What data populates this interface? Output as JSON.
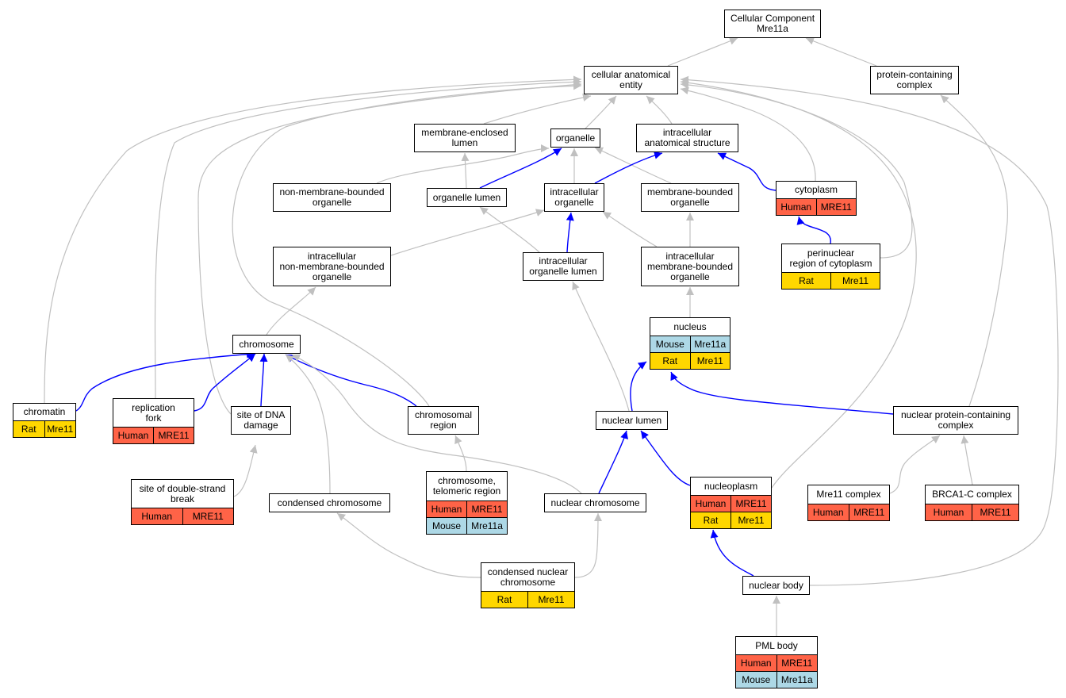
{
  "nodes": [
    {
      "id": "root",
      "label": "Cellular Component\nMre11a",
      "rows": []
    },
    {
      "id": "cae",
      "label": "cellular anatomical\nentity",
      "rows": []
    },
    {
      "id": "pcc",
      "label": "protein-containing\ncomplex",
      "rows": []
    },
    {
      "id": "mel",
      "label": "membrane-enclosed\nlumen",
      "rows": []
    },
    {
      "id": "organelle",
      "label": "organelle",
      "rows": []
    },
    {
      "id": "ias",
      "label": "intracellular\nanatomical structure",
      "rows": []
    },
    {
      "id": "nmbo",
      "label": "non-membrane-bounded\norganelle",
      "rows": []
    },
    {
      "id": "olumen",
      "label": "organelle lumen",
      "rows": []
    },
    {
      "id": "io",
      "label": "intracellular\norganelle",
      "rows": []
    },
    {
      "id": "mbo",
      "label": "membrane-bounded\norganelle",
      "rows": []
    },
    {
      "id": "cytoplasm",
      "label": "cytoplasm",
      "rows": [
        [
          "Human",
          "MRE11"
        ]
      ]
    },
    {
      "id": "inmbo",
      "label": "intracellular\nnon-membrane-bounded\norganelle",
      "rows": []
    },
    {
      "id": "iol",
      "label": "intracellular\norganelle lumen",
      "rows": []
    },
    {
      "id": "imbo",
      "label": "intracellular\nmembrane-bounded\norganelle",
      "rows": []
    },
    {
      "id": "perinuc",
      "label": "perinuclear\nregion of cytoplasm",
      "rows": [
        [
          "Rat",
          "Mre11"
        ]
      ]
    },
    {
      "id": "nucleus",
      "label": "nucleus",
      "rows": [
        [
          "Mouse",
          "Mre11a"
        ],
        [
          "Rat",
          "Mre11"
        ]
      ]
    },
    {
      "id": "chromosome",
      "label": "chromosome",
      "rows": []
    },
    {
      "id": "chromatin",
      "label": "chromatin",
      "rows": [
        [
          "Rat",
          "Mre11"
        ]
      ]
    },
    {
      "id": "repfork",
      "label": "replication\nfork",
      "rows": [
        [
          "Human",
          "MRE11"
        ]
      ]
    },
    {
      "id": "sdd",
      "label": "site of DNA\ndamage",
      "rows": []
    },
    {
      "id": "chromreg",
      "label": "chromosomal\nregion",
      "rows": []
    },
    {
      "id": "nlumen",
      "label": "nuclear lumen",
      "rows": []
    },
    {
      "id": "npcc",
      "label": "nuclear protein-containing\ncomplex",
      "rows": []
    },
    {
      "id": "sdsb",
      "label": "site of double-strand\nbreak",
      "rows": [
        [
          "Human",
          "MRE11"
        ]
      ]
    },
    {
      "id": "condchrom",
      "label": "condensed chromosome",
      "rows": []
    },
    {
      "id": "telo",
      "label": "chromosome,\ntelomeric region",
      "rows": [
        [
          "Human",
          "MRE11"
        ],
        [
          "Mouse",
          "Mre11a"
        ]
      ]
    },
    {
      "id": "nchrom",
      "label": "nuclear chromosome",
      "rows": []
    },
    {
      "id": "nucleoplasm",
      "label": "nucleoplasm",
      "rows": [
        [
          "Human",
          "MRE11"
        ],
        [
          "Rat",
          "Mre11"
        ]
      ]
    },
    {
      "id": "mre11c",
      "label": "Mre11 complex",
      "rows": [
        [
          "Human",
          "MRE11"
        ]
      ]
    },
    {
      "id": "brca1c",
      "label": "BRCA1-C complex",
      "rows": [
        [
          "Human",
          "MRE11"
        ]
      ]
    },
    {
      "id": "cnchrom",
      "label": "condensed nuclear\nchromosome",
      "rows": [
        [
          "Rat",
          "Mre11"
        ]
      ]
    },
    {
      "id": "nbody",
      "label": "nuclear body",
      "rows": []
    },
    {
      "id": "pml",
      "label": "PML body",
      "rows": [
        [
          "Human",
          "MRE11"
        ],
        [
          "Mouse",
          "Mre11a"
        ]
      ]
    }
  ],
  "edges": [
    {
      "from": "cae",
      "to": "root",
      "type": "gray"
    },
    {
      "from": "pcc",
      "to": "root",
      "type": "gray"
    },
    {
      "from": "mel",
      "to": "cae",
      "type": "gray"
    },
    {
      "from": "organelle",
      "to": "cae",
      "type": "gray"
    },
    {
      "from": "ias",
      "to": "cae",
      "type": "gray"
    },
    {
      "from": "cytoplasm",
      "to": "cae",
      "type": "gray"
    },
    {
      "from": "perinuc",
      "to": "cae",
      "type": "gray"
    },
    {
      "from": "chromatin",
      "to": "cae",
      "type": "gray"
    },
    {
      "from": "repfork",
      "to": "cae",
      "type": "gray"
    },
    {
      "from": "sdd",
      "to": "cae",
      "type": "gray"
    },
    {
      "from": "chromreg",
      "to": "cae",
      "type": "gray"
    },
    {
      "from": "nucleoplasm",
      "to": "cae",
      "type": "gray"
    },
    {
      "from": "nbody",
      "to": "cae",
      "type": "gray"
    },
    {
      "from": "npcc",
      "to": "pcc",
      "type": "gray"
    },
    {
      "from": "olumen",
      "to": "mel",
      "type": "gray"
    },
    {
      "from": "olumen",
      "to": "organelle",
      "type": "blue"
    },
    {
      "from": "io",
      "to": "organelle",
      "type": "gray"
    },
    {
      "from": "nmbo",
      "to": "organelle",
      "type": "gray"
    },
    {
      "from": "mbo",
      "to": "organelle",
      "type": "gray"
    },
    {
      "from": "io",
      "to": "ias",
      "type": "blue"
    },
    {
      "from": "cytoplasm",
      "to": "ias",
      "type": "blue"
    },
    {
      "from": "inmbo",
      "to": "nmbo",
      "type": "gray"
    },
    {
      "from": "inmbo",
      "to": "io",
      "type": "gray"
    },
    {
      "from": "iol",
      "to": "io",
      "type": "blue"
    },
    {
      "from": "iol",
      "to": "olumen",
      "type": "gray"
    },
    {
      "from": "imbo",
      "to": "io",
      "type": "gray"
    },
    {
      "from": "imbo",
      "to": "mbo",
      "type": "gray"
    },
    {
      "from": "perinuc",
      "to": "cytoplasm",
      "type": "blue"
    },
    {
      "from": "nucleus",
      "to": "imbo",
      "type": "gray"
    },
    {
      "from": "chromosome",
      "to": "inmbo",
      "type": "gray"
    },
    {
      "from": "chromatin",
      "to": "chromosome",
      "type": "blue"
    },
    {
      "from": "repfork",
      "to": "chromosome",
      "type": "blue"
    },
    {
      "from": "sdd",
      "to": "chromosome",
      "type": "blue"
    },
    {
      "from": "chromreg",
      "to": "chromosome",
      "type": "blue"
    },
    {
      "from": "condchrom",
      "to": "chromosome",
      "type": "gray"
    },
    {
      "from": "nchrom",
      "to": "chromosome",
      "type": "gray"
    },
    {
      "from": "nlumen",
      "to": "iol",
      "type": "gray"
    },
    {
      "from": "nlumen",
      "to": "nucleus",
      "type": "blue"
    },
    {
      "from": "npcc",
      "to": "nucleus",
      "type": "blue"
    },
    {
      "from": "sdsb",
      "to": "sdd",
      "type": "gray"
    },
    {
      "from": "telo",
      "to": "chromreg",
      "type": "gray"
    },
    {
      "from": "nchrom",
      "to": "nlumen",
      "type": "blue"
    },
    {
      "from": "nucleoplasm",
      "to": "nlumen",
      "type": "blue"
    },
    {
      "from": "mre11c",
      "to": "npcc",
      "type": "gray"
    },
    {
      "from": "brca1c",
      "to": "npcc",
      "type": "gray"
    },
    {
      "from": "cnchrom",
      "to": "condchrom",
      "type": "gray"
    },
    {
      "from": "cnchrom",
      "to": "nchrom",
      "type": "gray"
    },
    {
      "from": "nbody",
      "to": "nucleoplasm",
      "type": "blue"
    },
    {
      "from": "pml",
      "to": "nbody",
      "type": "gray"
    }
  ],
  "colors": {
    "gray_edge": "#c0c0c0",
    "blue_edge": "#0000ff",
    "Human": "#ff6347",
    "Rat": "#ffd700",
    "Mouse": "#add8e6"
  }
}
